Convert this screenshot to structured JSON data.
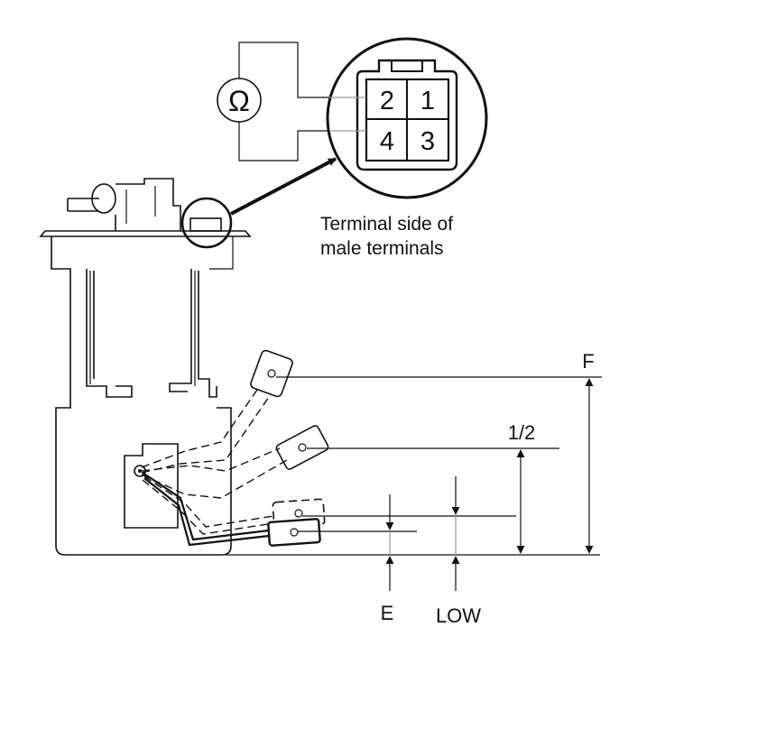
{
  "meter": {
    "symbol": "Ω",
    "icon": "ohmmeter-icon"
  },
  "connector": {
    "terminals": [
      "2",
      "1",
      "4",
      "3"
    ],
    "caption_line1": "Terminal side of",
    "caption_line2": "male terminals"
  },
  "float_positions": {
    "full": "F",
    "half": "1/2",
    "empty": "E",
    "low": "LOW"
  }
}
